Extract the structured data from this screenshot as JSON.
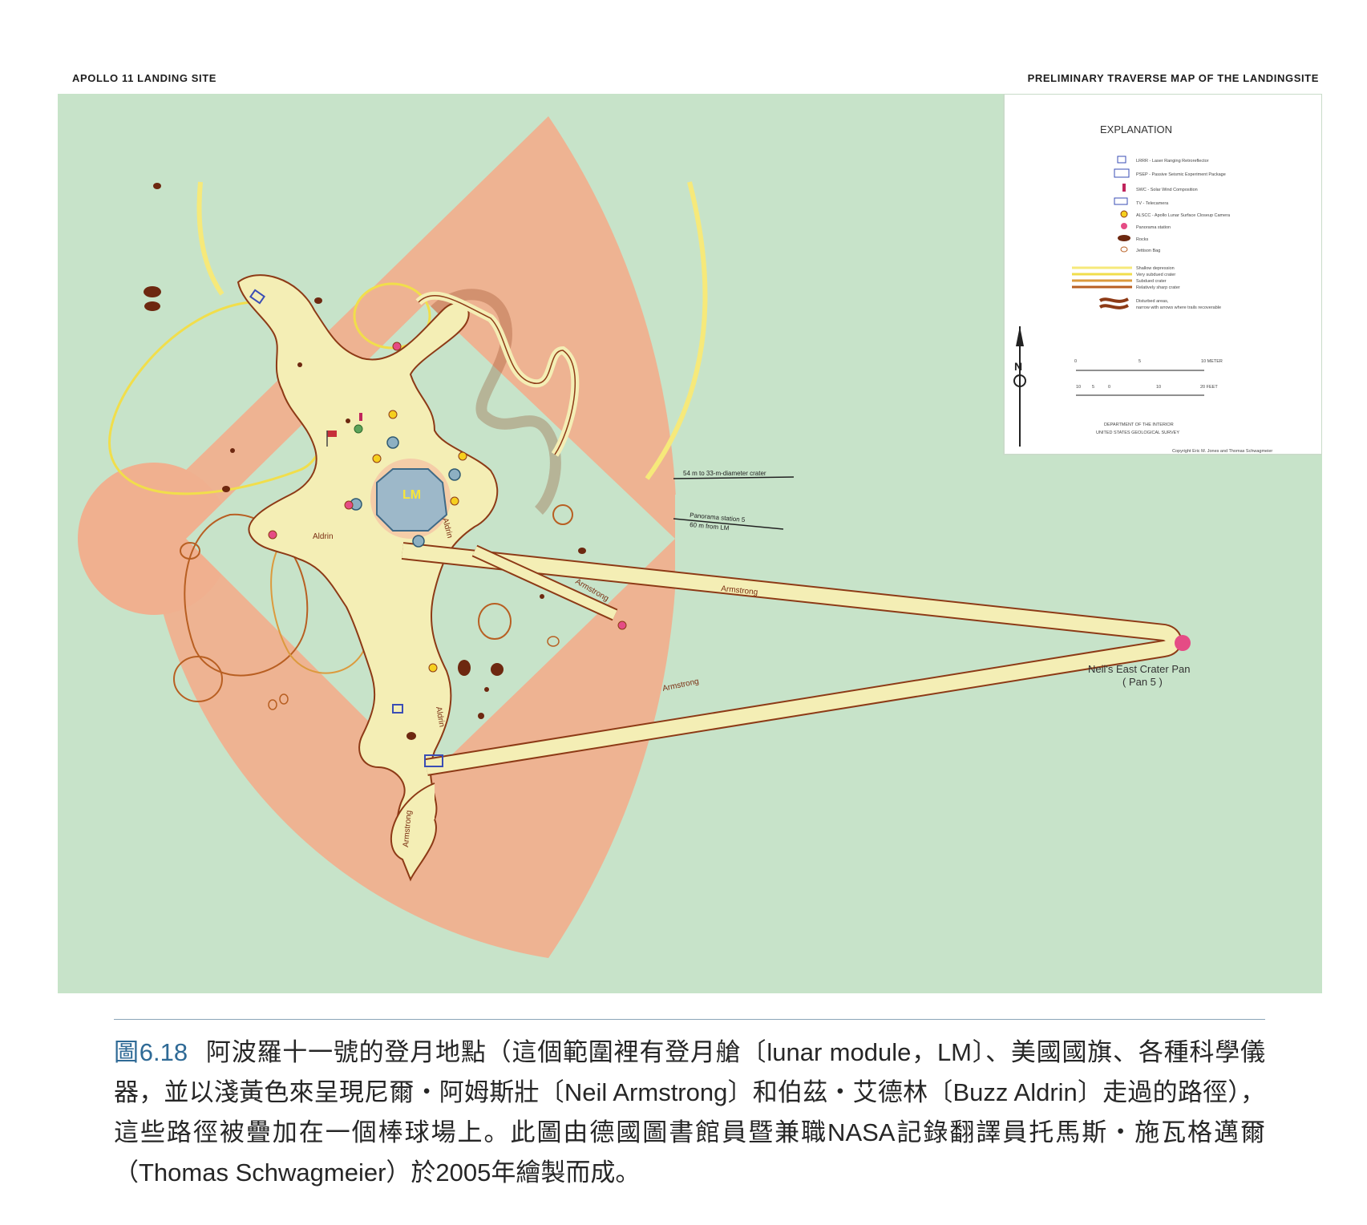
{
  "header": {
    "left_title": "APOLLO 11 LANDING SITE",
    "right_title": "PRELIMINARY TRAVERSE MAP OF THE LANDINGSITE"
  },
  "map": {
    "colors": {
      "background": "#c7e3c9",
      "field": "#f0b08f",
      "infield": "#c7e3c9",
      "trail": "#f4eeb5",
      "trail_outline": "#8d3a16",
      "crater_shallow": "#f6e97a",
      "crater_sharp": "#b85f22",
      "rock": "#6d2810",
      "panorama": "#e54c85",
      "camera": "#f5cf1e"
    },
    "labels": {
      "lm": "LM",
      "aldrin_1": "Aldrin",
      "aldrin_2": "Aldrin",
      "aldrin_3": "Aldrin",
      "armstrong_1": "Armstrong",
      "armstrong_2": "Armstrong",
      "armstrong_3": "Armstrong",
      "armstrong_4": "Armstrong",
      "crater_note": "54 m to 33-m-diameter crater",
      "pan5_note_1": "Panorama station 5",
      "pan5_note_2": "60 m from LM",
      "pan5_name": "Neil's East Crater Pan",
      "pan5_sub": "( Pan 5 )",
      "north": "N"
    },
    "legend": {
      "title": "EXPLANATION",
      "items": [
        "LRRR - Laser Ranging Retroreflector",
        "PSEP - Passive Seismic Experiment Package",
        "SWC - Solar Wind Composition",
        "TV - Telecamera",
        "ALSCC - Apollo Lunar Surface Closeup Camera",
        "Panorama station",
        "Rocks",
        "Jettison Bag"
      ],
      "crater_items": [
        "Shallow depression",
        "Very subdued crater",
        "Subdued crater",
        "Relatively sharp crater"
      ],
      "disturbed": [
        "Disturbed areas,",
        "narrow with arrows where trails recoverable"
      ],
      "scale_m_ticks": [
        "0",
        "5",
        "10 METER"
      ],
      "scale_ft_ticks": [
        "10",
        "5",
        "0",
        "10",
        "20 FEET"
      ],
      "agency_1": "DEPARTMENT OF THE INTERIOR",
      "agency_2": "UNITED STATES GEOLOGICAL SURVEY",
      "copyright": "Copyright Eric M. Jones and Thomas Schwagmeier"
    }
  },
  "caption": {
    "figure_number": "圖6.18",
    "text": "阿波羅十一號的登月地點（這個範圍裡有登月艙〔lunar module，LM〕、美國國旗、各種科學儀器，並以淺黃色來呈現尼爾・阿姆斯壯〔Neil Armstrong〕和伯茲・艾德林〔Buzz Aldrin〕走過的路徑），這些路徑被疊加在一個棒球場上。此圖由德國圖書館員暨兼職NASA記錄翻譯員托馬斯・施瓦格邁爾（Thomas Schwagmeier）於2005年繪製而成。"
  }
}
